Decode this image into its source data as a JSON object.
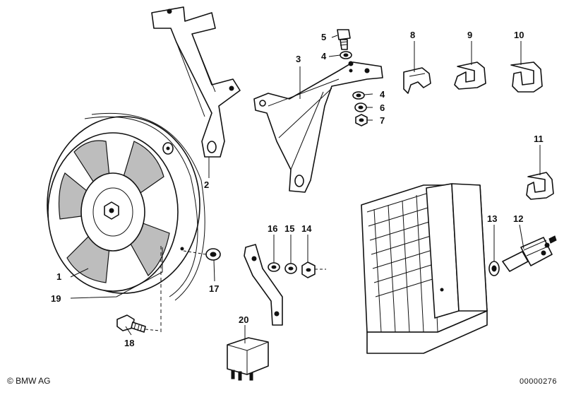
{
  "footer": {
    "copyright": "© BMW AG",
    "document_number": "00000276"
  },
  "callouts": {
    "c1": "1",
    "c2": "2",
    "c3": "3",
    "c4a": "4",
    "c4b": "4",
    "c5": "5",
    "c6": "6",
    "c7": "7",
    "c8": "8",
    "c9": "9",
    "c10": "10",
    "c11": "11",
    "c12": "12",
    "c13": "13",
    "c14": "14",
    "c15": "15",
    "c16": "16",
    "c17": "17",
    "c18": "18",
    "c19": "19",
    "c20": "20"
  }
}
